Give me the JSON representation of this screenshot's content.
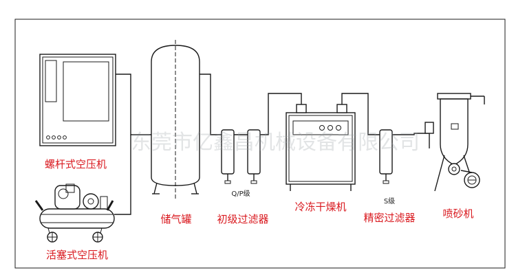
{
  "title": "",
  "labels": {
    "screw_compressor": "螺杆式空压机",
    "piston_compressor": "活塞式空压机",
    "air_tank": "储气罐",
    "qp_grade": "Q/P级",
    "primary_filter": "初级过滤器",
    "dryer": "冷冻干燥机",
    "s_grade": "S级",
    "precision_filter": "精密过滤器",
    "sandblaster": "喷砂机"
  },
  "watermark": "东莞市亿鑫昌机械设备有限公司",
  "colors": {
    "label": "#d9181e",
    "line": "#1a1a1a",
    "background": "#ffffff"
  }
}
